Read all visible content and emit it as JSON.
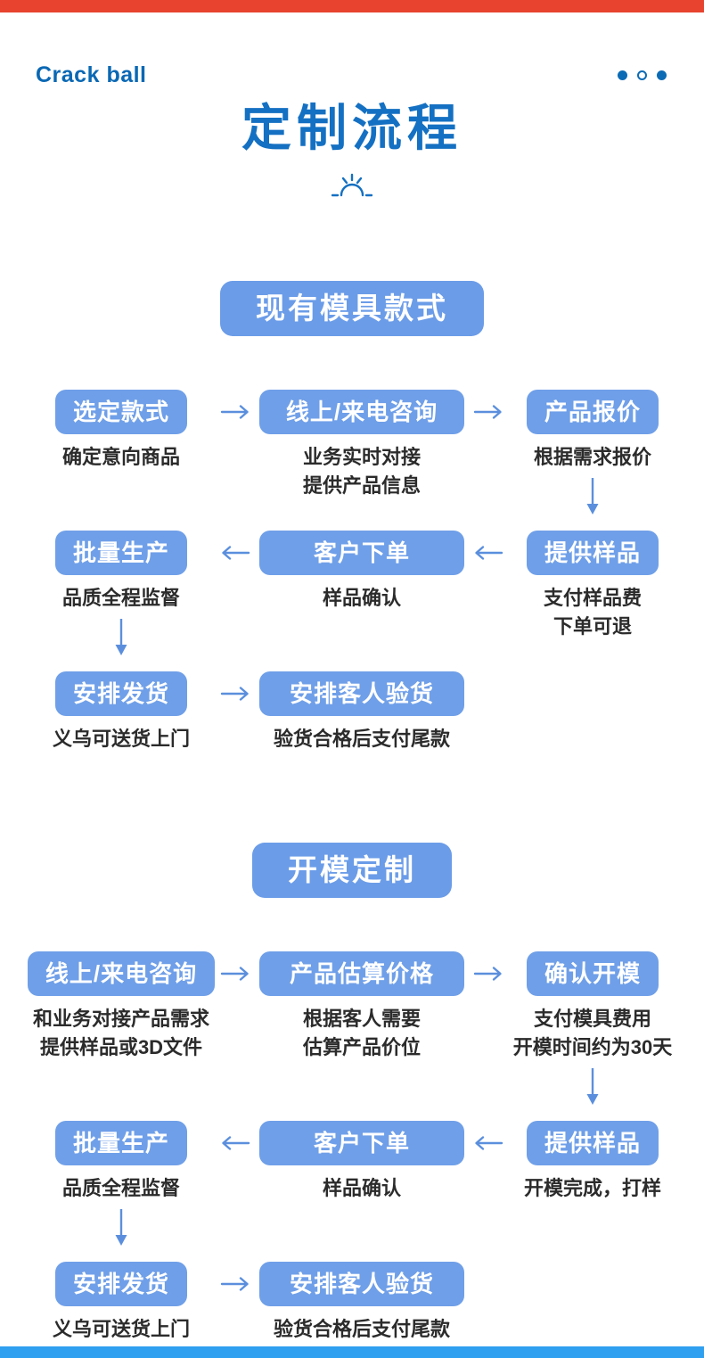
{
  "brand": {
    "logo": "Crack ball"
  },
  "carousel": {
    "dots": [
      "filled",
      "outline",
      "filled"
    ]
  },
  "title": "定制流程",
  "colors": {
    "top_bar_red": "#e8432e",
    "bottom_bar_blue": "#2f9ff0",
    "logo_blue": "#0a68b4",
    "title_blue": "#1470c2",
    "heading_bg_blue": "#6b9ce8",
    "box_blue": "#6f9fe8",
    "arrow_blue": "#5b8fdd",
    "caption_dark": "#2b2b2b",
    "dot_blue": "#0b6bb5"
  },
  "sections": [
    {
      "heading": "现有模具款式",
      "rows": [
        {
          "direction": "right",
          "steps": [
            {
              "label": "选定款式",
              "caption": [
                "确定意向商品"
              ]
            },
            {
              "label": "线上/来电咨询",
              "caption": [
                "业务实时对接",
                "提供产品信息"
              ]
            },
            {
              "label": "产品报价",
              "caption": [
                "根据需求报价"
              ],
              "down_arrow": true
            }
          ]
        },
        {
          "direction": "left",
          "steps": [
            {
              "label": "批量生产",
              "caption": [
                "品质全程监督"
              ],
              "down_arrow": true
            },
            {
              "label": "客户下单",
              "caption": [
                "样品确认"
              ]
            },
            {
              "label": "提供样品",
              "caption": [
                "支付样品费",
                "下单可退"
              ]
            }
          ]
        },
        {
          "direction": "right",
          "steps": [
            {
              "label": "安排发货",
              "caption": [
                "义乌可送货上门"
              ]
            },
            {
              "label": "安排客人验货",
              "caption": [
                "验货合格后支付尾款"
              ]
            }
          ]
        }
      ]
    },
    {
      "heading": "开模定制",
      "rows": [
        {
          "direction": "right",
          "steps": [
            {
              "label": "线上/来电咨询",
              "caption": [
                "和业务对接产品需求",
                "提供样品或3D文件"
              ]
            },
            {
              "label": "产品估算价格",
              "caption": [
                "根据客人需要",
                "估算产品价位"
              ]
            },
            {
              "label": "确认开模",
              "caption": [
                "支付模具费用",
                "开模时间约为30天"
              ],
              "down_arrow": true
            }
          ]
        },
        {
          "direction": "left",
          "steps": [
            {
              "label": "批量生产",
              "caption": [
                "品质全程监督"
              ],
              "down_arrow": true
            },
            {
              "label": "客户下单",
              "caption": [
                "样品确认"
              ]
            },
            {
              "label": "提供样品",
              "caption": [
                "开模完成，打样"
              ]
            }
          ]
        },
        {
          "direction": "right",
          "steps": [
            {
              "label": "安排发货",
              "caption": [
                "义乌可送货上门"
              ]
            },
            {
              "label": "安排客人验货",
              "caption": [
                "验货合格后支付尾款"
              ]
            }
          ]
        }
      ]
    }
  ]
}
